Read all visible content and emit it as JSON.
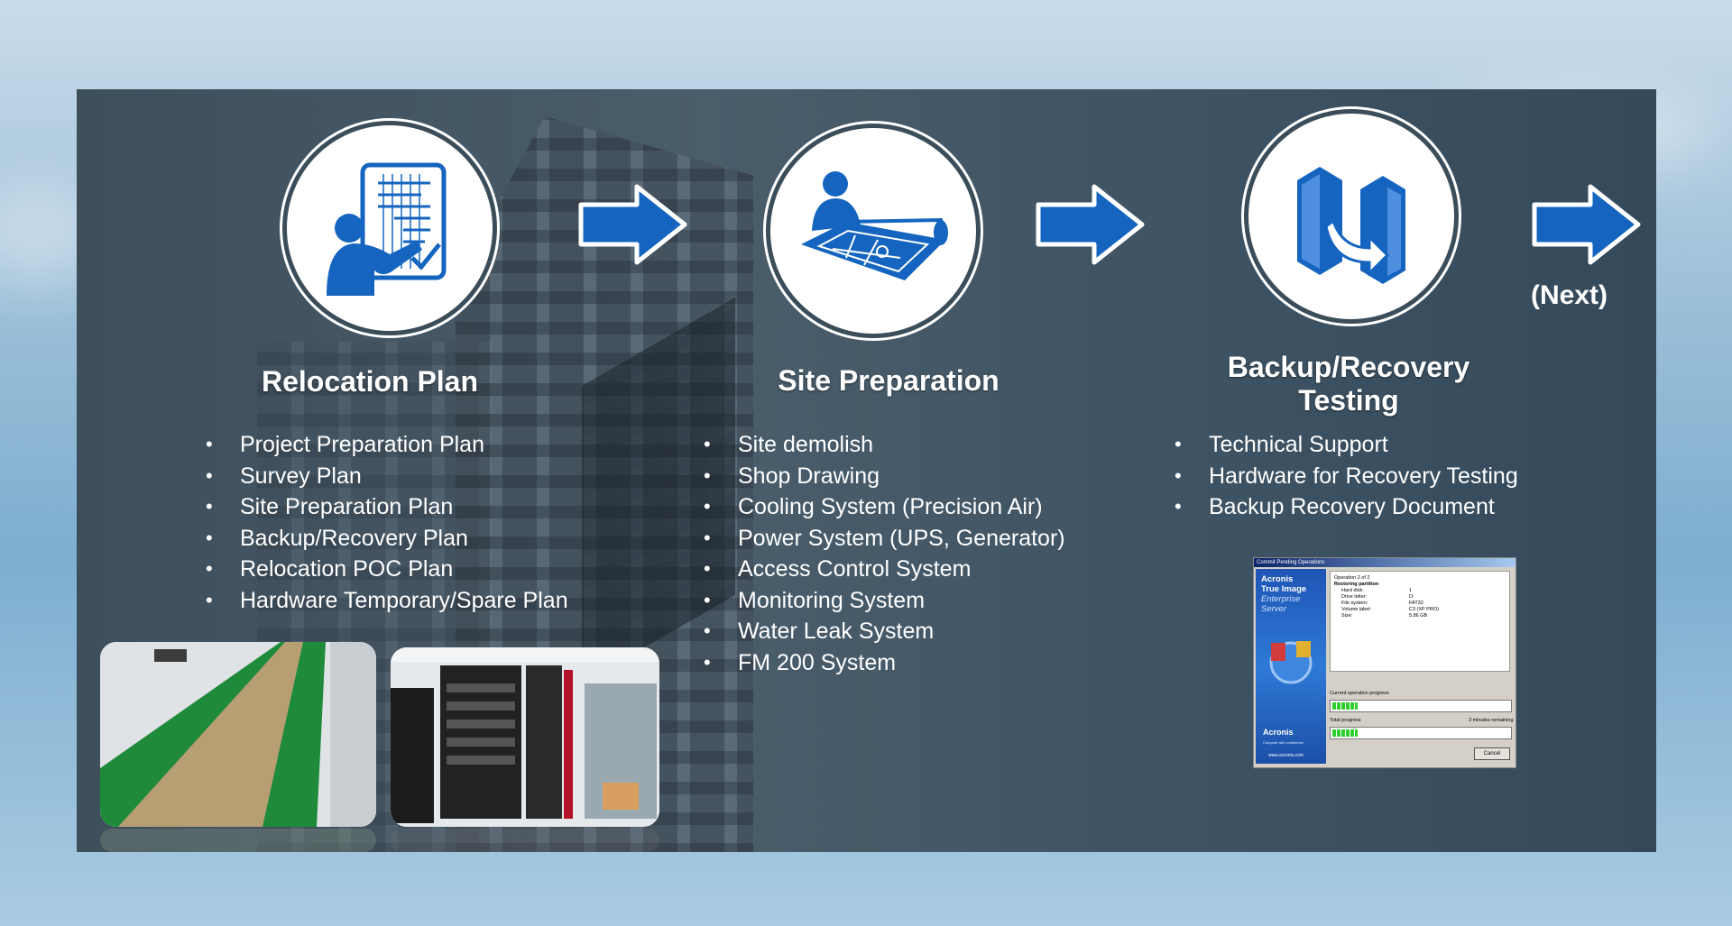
{
  "next_label": "(Next)",
  "steps": [
    {
      "title": "Relocation Plan",
      "icon": "presenter-plan-icon",
      "items": [
        "Project Preparation Plan",
        "Survey Plan",
        "Site Preparation Plan",
        "Backup/Recovery Plan",
        "Relocation POC Plan",
        "Hardware Temporary/Spare Plan"
      ]
    },
    {
      "title": "Site Preparation",
      "icon": "blueprint-icon",
      "items": [
        "Site demolish",
        "Shop Drawing",
        "Cooling System (Precision Air)",
        "Power System (UPS, Generator)",
        "Access Control System",
        "Monitoring System",
        "Water Leak System",
        "FM 200 System"
      ]
    },
    {
      "title_line1": "Backup/Recovery",
      "title_line2": "Testing",
      "icon": "server-transfer-icon",
      "items": [
        "Technical Support",
        "Hardware for Recovery Testing",
        "Backup Recovery Document"
      ]
    }
  ],
  "dialog": {
    "title": "Commit Pending Operations",
    "brand_line1": "Acronis",
    "brand_line2": "True Image",
    "brand_line3": "Enterprise",
    "brand_line4": "Server",
    "logo_text": "Acronis",
    "tagline": "Compute with confidence",
    "url": "www.acronis.com",
    "operation": "Operation 2 of 2",
    "operation_name": "Restoring partition",
    "fields": [
      {
        "k": "Hard disk:",
        "v": "1"
      },
      {
        "k": "Drive letter:",
        "v": "D:"
      },
      {
        "k": "File system:",
        "v": "FAT32"
      },
      {
        "k": "Volume label:",
        "v": "C3 (XP PRO)"
      },
      {
        "k": "Size:",
        "v": "5.86 GB"
      }
    ],
    "current_progress": "Current operation progress",
    "current_fill": 0.14,
    "total_progress": "Total progress",
    "remaining": "3 minutes remaining",
    "total_fill": 0.14,
    "cancel": "Cancel"
  },
  "colors": {
    "accent_blue": "#1565c0",
    "panel": "#445866",
    "text": "#ffffff"
  }
}
